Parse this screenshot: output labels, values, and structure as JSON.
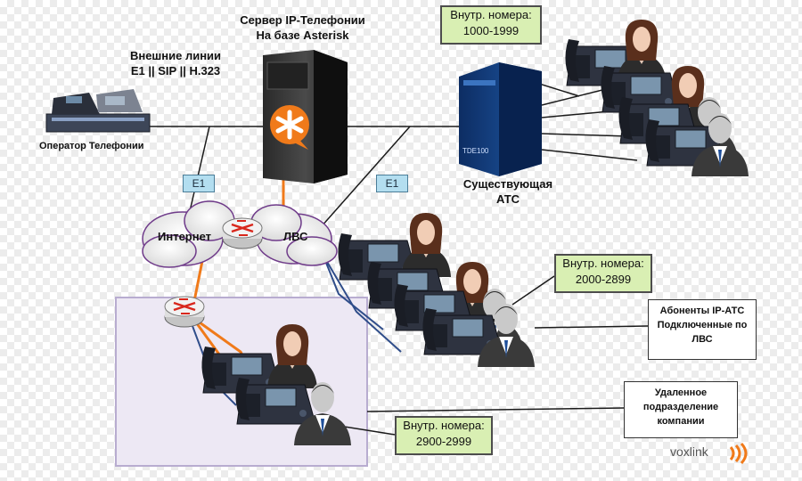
{
  "server_label": [
    "Сервер IP-Телефонии",
    "На базе Asterisk"
  ],
  "external_lines_label": [
    "Внешние линии",
    "E1 || SIP || H.323"
  ],
  "operator_label": "Оператор Телефонии",
  "existing_pbx_label": [
    "Существующая",
    "АТС"
  ],
  "pbx_model": "TDE100",
  "e1_badges": [
    "E1",
    "E1"
  ],
  "internet_label": "Интернет",
  "lan_label": "ЛВС",
  "ext_groups": [
    {
      "title": "Внутр. номера:",
      "range": "1000-1999"
    },
    {
      "title": "Внутр. номера:",
      "range": "2000-2899"
    },
    {
      "title": "Внутр. номера:",
      "range": "2900-2999"
    }
  ],
  "lan_subscribers": [
    "Абоненты IP-АТС",
    "Подключенные по",
    "ЛВС"
  ],
  "remote_office": [
    "Удаленное",
    "подразделение",
    "компании"
  ],
  "brand": "voxlink",
  "colors": {
    "note_bg": "#d9efb3",
    "e1_bg": "#b3def0",
    "orange": "#f07a1a",
    "pbx_blue": "#123c7a",
    "remote_bg": "#ede8f4"
  }
}
